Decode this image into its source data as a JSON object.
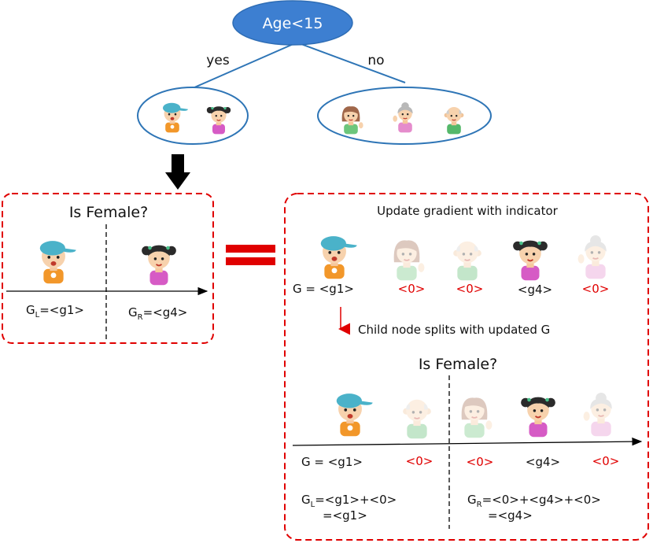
{
  "root": {
    "label": "Age<15",
    "fill": "#3d7fd1",
    "stroke": "#2e6db5"
  },
  "edges": {
    "yes": "yes",
    "no": "no"
  },
  "colors": {
    "tree_line": "#2e75b6",
    "dash_box": "#e00000",
    "red_text": "#e00000",
    "equals": "#e00000"
  },
  "left_box": {
    "title": "Is Female?",
    "gl_main": "G",
    "gl_sub": "L",
    "gl_val": "=<g1>",
    "gr_main": "G",
    "gr_sub": "R",
    "gr_val": "=<g4>"
  },
  "right_box": {
    "header": "Update gradient with indicator",
    "g_row": {
      "label": "G = <g1>",
      "v2": "<0>",
      "v3": "<0>",
      "v4": "<g4>",
      "v5": "<0>"
    },
    "child_text": "Child node splits with updated G",
    "title2": "Is Female?",
    "g_row2": {
      "label": "G = <g1>",
      "v2": "<0>",
      "v3": "<0>",
      "v4": "<g4>",
      "v5": "<0>"
    },
    "gl_main": "G",
    "gl_sub": "L",
    "gl_line1": "=<g1>+<0>",
    "gl_line2": "=<g1>",
    "gr_main": "G",
    "gr_sub": "R",
    "gr_line1": "=<0>+<g4>+<0>",
    "gr_line2": "=<g4>"
  },
  "icons": [
    "boy-icon",
    "girl-icon",
    "woman-icon",
    "grandma-icon",
    "grandpa-icon"
  ]
}
